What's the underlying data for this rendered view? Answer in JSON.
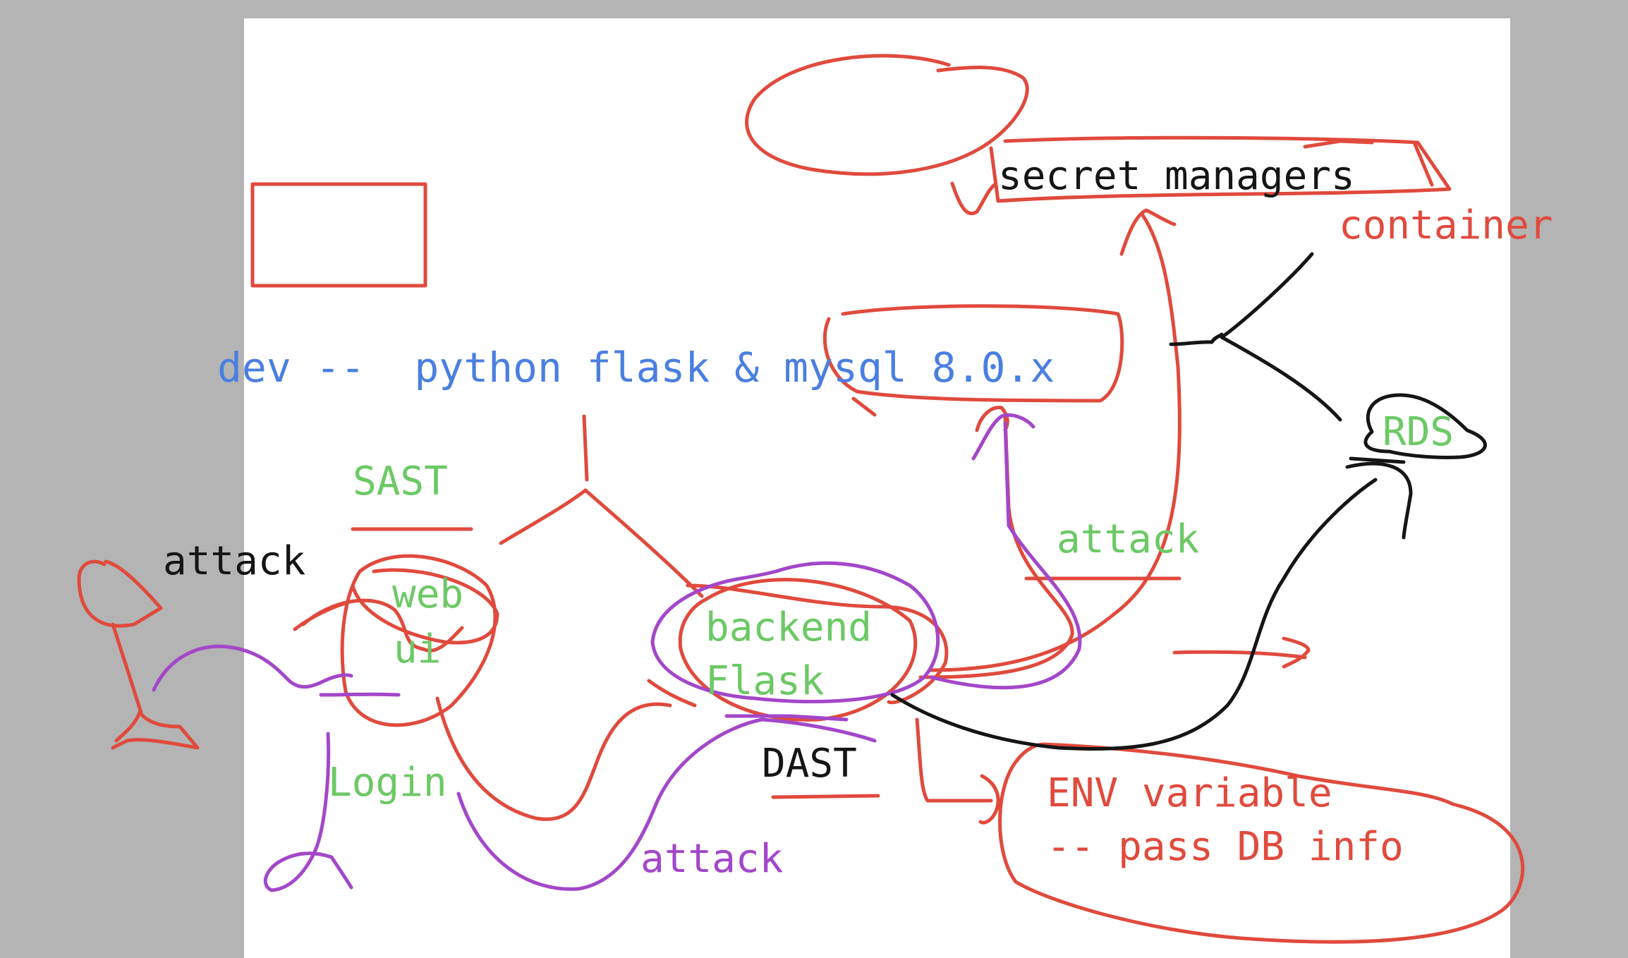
{
  "texts": {
    "dev_label": "dev --  python flask & mysql 8.0.x",
    "secret_managers": "secret managers",
    "container": "container",
    "rds": "RDS",
    "sast": "SAST",
    "attack_black": "attack",
    "web": "web",
    "ui": "ui",
    "backend": "backend",
    "flask": "Flask",
    "attack_green": "attack",
    "dast": "DAST",
    "login": "Login",
    "attack_purple": "attack",
    "env_line1": "ENV variable",
    "env_line2": "-- pass DB info"
  },
  "colors": {
    "canvas_background": "#b4b4b4",
    "board": "#ffffff",
    "red_ink": "#e04a3d",
    "purple_ink": "#a347c9",
    "black_ink": "#151515",
    "blue_text": "#4a7fe0",
    "green_text": "#6cc965"
  }
}
